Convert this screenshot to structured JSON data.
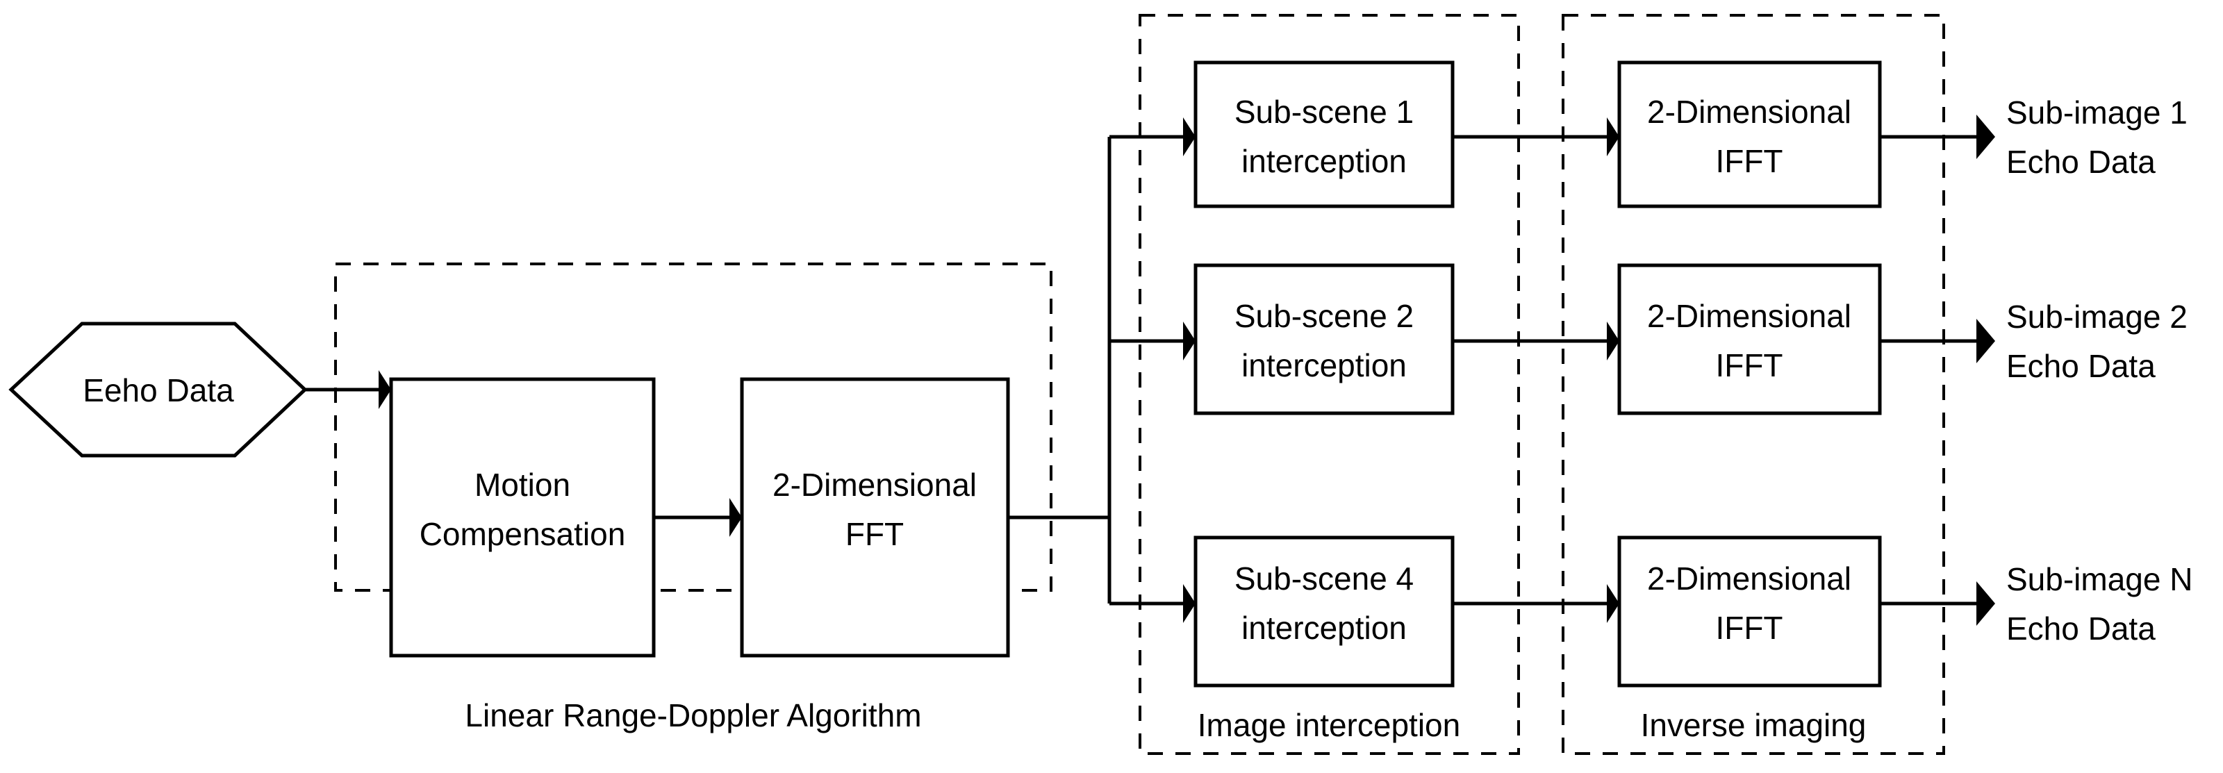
{
  "diagram": {
    "title": "SAR sub-image echo data generation flow",
    "colors": {
      "stroke": "#000000",
      "background": "#ffffff",
      "fill": "#ffffff"
    },
    "input": {
      "shape": "hexagon",
      "label": "Eeho Data"
    },
    "groups": [
      {
        "id": "linear-range-doppler",
        "label": "Linear Range-Doppler Algorithm",
        "style": "dashed"
      },
      {
        "id": "image-interception",
        "label": "Image interception",
        "style": "dashed"
      },
      {
        "id": "inverse-imaging",
        "label": "Inverse imaging",
        "style": "dashed"
      }
    ],
    "stage1_blocks": [
      {
        "id": "motion-compensation",
        "line1": "Motion",
        "line2": "Compensation"
      },
      {
        "id": "two-dimensional-fft",
        "line1": "2-Dimensional",
        "line2": "FFT"
      }
    ],
    "rows": [
      {
        "id": "row-1",
        "interception": {
          "line1": "Sub-scene 1",
          "line2": "interception"
        },
        "ifft": {
          "line1": "2-Dimensional",
          "line2": "IFFT"
        },
        "output": {
          "line1": "Sub-image 1",
          "line2": "Echo Data"
        }
      },
      {
        "id": "row-2",
        "interception": {
          "line1": "Sub-scene 2",
          "line2": "interception"
        },
        "ifft": {
          "line1": "2-Dimensional",
          "line2": "IFFT"
        },
        "output": {
          "line1": "Sub-image 2",
          "line2": "Echo Data"
        }
      },
      {
        "id": "row-3",
        "interception": {
          "line1": "Sub-scene 4",
          "line2": "interception"
        },
        "ifft": {
          "line1": "2-Dimensional",
          "line2": "IFFT"
        },
        "output": {
          "line1": "Sub-image N",
          "line2": "Echo Data"
        }
      }
    ]
  }
}
